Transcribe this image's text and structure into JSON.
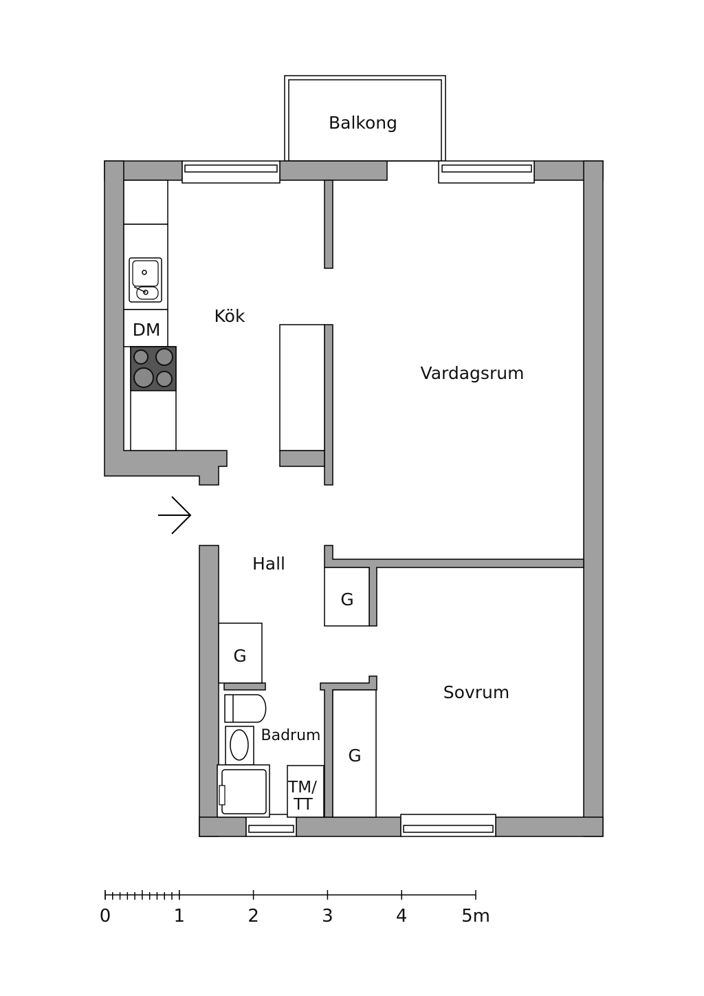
{
  "rooms": {
    "balcony": "Balkong",
    "kitchen": "Kök",
    "living_room": "Vardagsrum",
    "hall": "Hall",
    "bedroom": "Sovrum",
    "bathroom": "Badrum"
  },
  "fixtures": {
    "dishwasher": "DM",
    "closet_hall_1": "G",
    "closet_hall_2": "G",
    "closet_bedroom": "G",
    "laundry_line1": "TM/",
    "laundry_line2": "TT"
  },
  "scale": {
    "labels": [
      "0",
      "1",
      "2",
      "3",
      "4",
      "5m"
    ]
  },
  "colors": {
    "wall": "#a0a0a0",
    "stove": "#555555"
  }
}
